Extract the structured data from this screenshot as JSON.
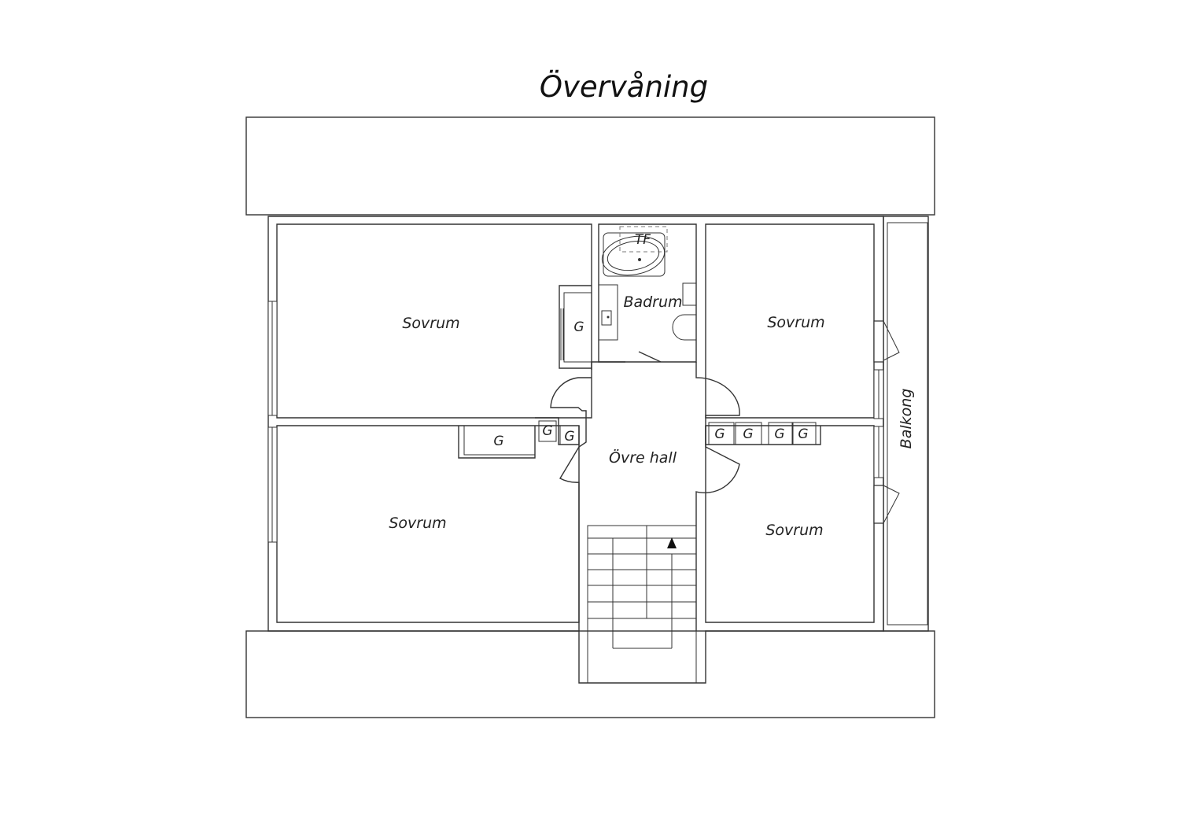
{
  "title": "Övervåning",
  "rooms": {
    "sovrum_top_left": "Sovrum",
    "sovrum_bottom_left": "Sovrum",
    "sovrum_top_right": "Sovrum",
    "sovrum_bottom_right": "Sovrum",
    "badrum": "Badrum",
    "ovre_hall": "Övre hall",
    "balkong": "Balkong"
  },
  "fixtures": {
    "bathtub_label": "TF",
    "wardrobe": "G"
  },
  "icons": {
    "stair_arrow": "stair-direction-arrow-icon"
  }
}
